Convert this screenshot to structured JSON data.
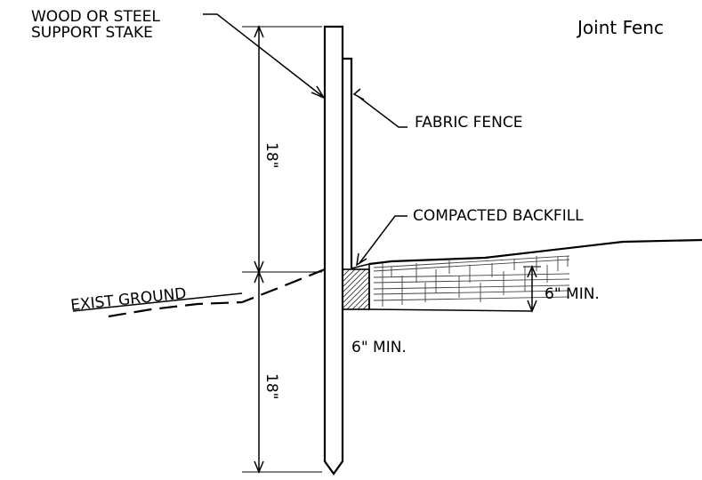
{
  "diagram": {
    "title": "Joint Fenc",
    "labels": {
      "stake": [
        "WOOD OR STEEL",
        "SUPPORT STAKE"
      ],
      "fabric": "FABRIC FENCE",
      "backfill": "COMPACTED BACKFILL",
      "ground": "EXIST GROUND",
      "dim_upper": "18\"",
      "dim_lower": "18\"",
      "min_right": "6\" MIN.",
      "min_below": "6\" MIN."
    }
  }
}
